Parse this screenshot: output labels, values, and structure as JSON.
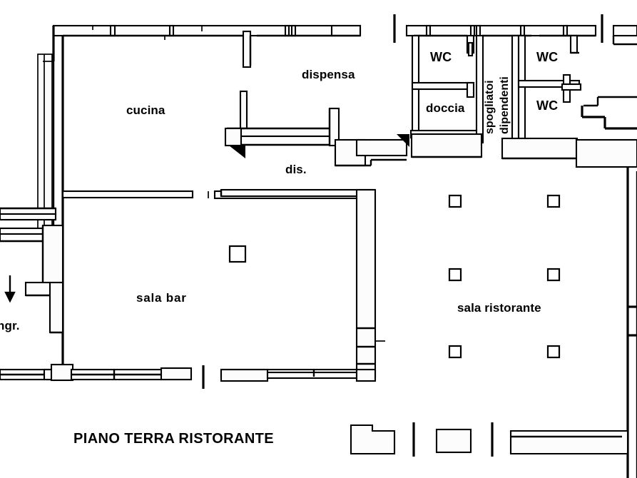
{
  "document": {
    "type": "architectural-floor-plan",
    "title": "PIANO TERRA RISTORANTE",
    "language": "it",
    "colors": {
      "background": "#ffffff",
      "line": "#000000",
      "wall_fill": "#fbfbfb",
      "door_swing": "#000000"
    }
  },
  "rooms": {
    "cucina": "cucina",
    "dispensa": "dispensa",
    "dis": "dis.",
    "sala_bar": "sala  bar",
    "sala_ristorante": "sala ristorante",
    "doccia": "doccia",
    "wc_1": "WC",
    "wc_2": "WC",
    "wc_3": "WC",
    "spogliatoi": "spogliatoi",
    "dipendenti": "dipendenti",
    "ingresso": "ngr."
  },
  "annotations": {
    "entrance_arrow": "down-arrow",
    "entrance_arrow_label": "ngr.",
    "door_swing_count": 2,
    "column_count_sala_ristorante": 6,
    "column_count_sala_bar": 1
  },
  "legend": {
    "title_caption": "PIANO TERRA RISTORANTE"
  }
}
